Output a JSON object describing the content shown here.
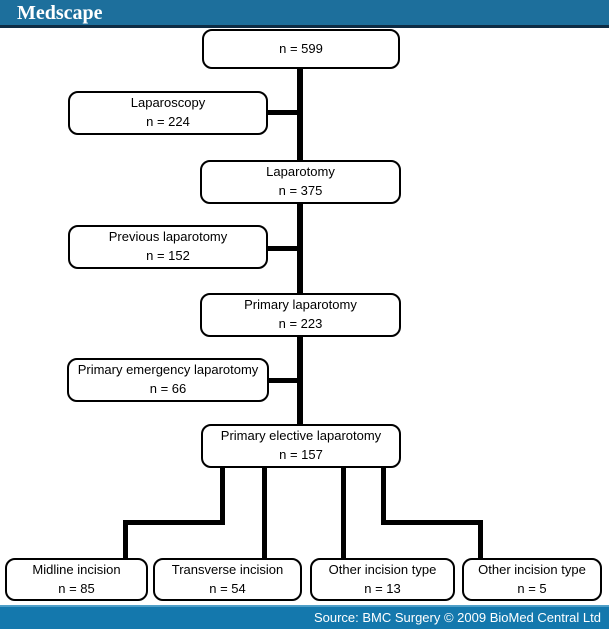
{
  "header": {
    "logo": "Medscape"
  },
  "footer": {
    "source": "Source: BMC Surgery © 2009 BioMed Central Ltd"
  },
  "colors": {
    "header_bar": "#1d6f9c",
    "header_underline": "#0e2c44",
    "footer_bar": "#1478ad",
    "footer_highlight": "#4f9fc8",
    "line_color": "#000000",
    "box_border": "#000000"
  },
  "nodes": [
    {
      "id": "total",
      "label": "",
      "count": "n = 599"
    },
    {
      "id": "laparoscopy",
      "label": "Laparoscopy",
      "count": "n = 224"
    },
    {
      "id": "laparotomy",
      "label": "Laparotomy",
      "count": "n = 375"
    },
    {
      "id": "previous-laparotomy",
      "label": "Previous laparotomy",
      "count": "n = 152"
    },
    {
      "id": "primary-laparotomy",
      "label": "Primary laparotomy",
      "count": "n = 223"
    },
    {
      "id": "primary-emergency",
      "label": "Primary emergency laparotomy",
      "count": "n = 66"
    },
    {
      "id": "primary-elective",
      "label": "Primary elective laparotomy",
      "count": "n = 157"
    },
    {
      "id": "midline-incision",
      "label": "Midline incision",
      "count": "n = 85"
    },
    {
      "id": "transverse-incision",
      "label": "Transverse incision",
      "count": "n = 54"
    },
    {
      "id": "other-incision-1",
      "label": "Other incision type",
      "count": "n = 13"
    },
    {
      "id": "other-incision-2",
      "label": "Other incision type",
      "count": "n = 5"
    }
  ],
  "edges": [
    {
      "from": "total",
      "to": "laparoscopy"
    },
    {
      "from": "total",
      "to": "laparotomy"
    },
    {
      "from": "laparotomy",
      "to": "previous-laparotomy"
    },
    {
      "from": "laparotomy",
      "to": "primary-laparotomy"
    },
    {
      "from": "primary-laparotomy",
      "to": "primary-emergency"
    },
    {
      "from": "primary-laparotomy",
      "to": "primary-elective"
    },
    {
      "from": "primary-elective",
      "to": "midline-incision"
    },
    {
      "from": "primary-elective",
      "to": "transverse-incision"
    },
    {
      "from": "primary-elective",
      "to": "other-incision-1"
    },
    {
      "from": "primary-elective",
      "to": "other-incision-2"
    }
  ]
}
